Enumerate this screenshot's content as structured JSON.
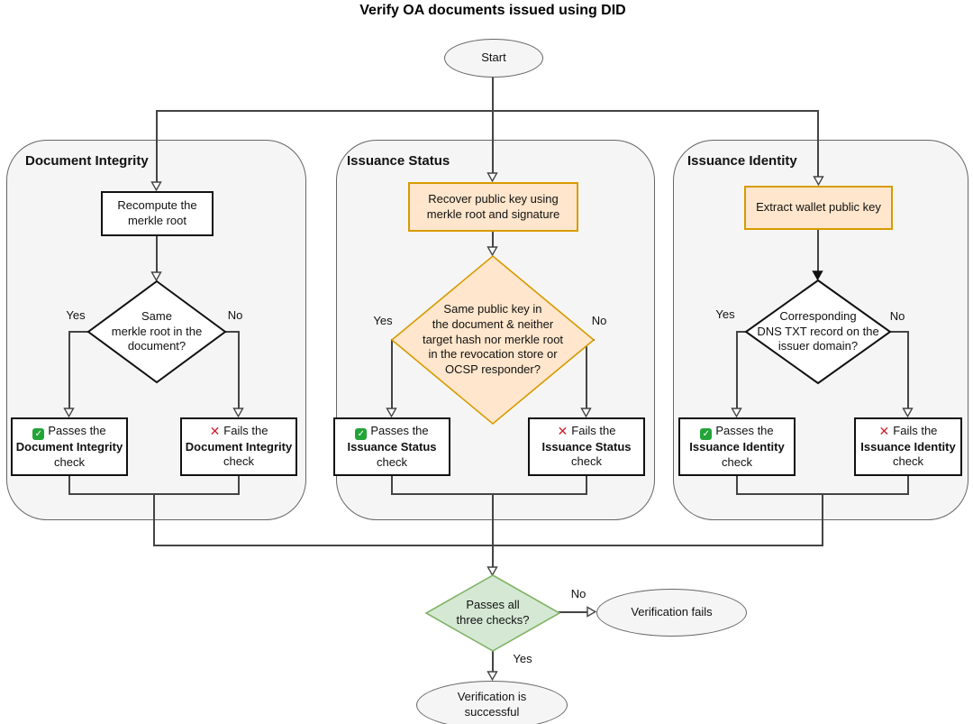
{
  "title": "Verify OA documents issued using DID",
  "start_label": "Start",
  "icons": {
    "check": "✓",
    "x": "✕"
  },
  "labels": {
    "yes": "Yes",
    "no": "No"
  },
  "sections": {
    "document_integrity": {
      "heading": "Document Integrity",
      "process": "Recompute the\nmerkle root",
      "decision": "Same\nmerkle root in the\ndocument?",
      "pass_prefix": "Passes the",
      "fail_prefix": "Fails the",
      "check_word": "check"
    },
    "issuance_status": {
      "heading": "Issuance Status",
      "process": "Recover public key using\nmerkle root and signature",
      "decision": "Same public key in\nthe document & neither\ntarget hash nor merkle root\nin the revocation store or\nOCSP responder?",
      "pass_prefix": "Passes the",
      "fail_prefix": "Fails the",
      "check_word": "check"
    },
    "issuance_identity": {
      "heading": "Issuance Identity",
      "process": "Extract wallet public key",
      "decision": "Corresponding\nDNS TXT record on the\nissuer domain?",
      "pass_prefix": "Passes the",
      "fail_prefix": "Fails the",
      "check_word": "check"
    }
  },
  "final": {
    "decision": "Passes all\nthree checks?",
    "fail_end": "Verification fails",
    "success_end": "Verification is\nsuccessful"
  },
  "colors": {
    "orange_fill": "#ffe6cc",
    "orange_stroke": "#d79b00",
    "green_fill": "#d5e8d4",
    "green_stroke": "#82b366",
    "gray_fill": "#f5f5f5",
    "container_stroke": "#666666",
    "line_color": "#444444",
    "check_green": "#23a439",
    "x_red": "#cf1f2e"
  }
}
